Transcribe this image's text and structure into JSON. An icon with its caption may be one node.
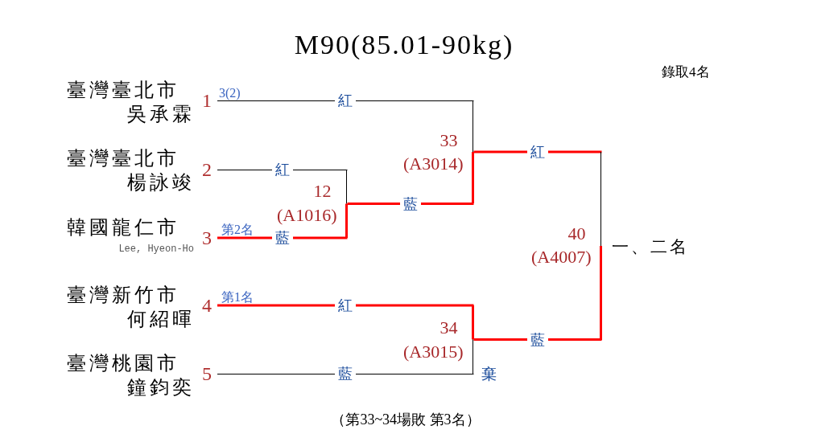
{
  "diagram": {
    "title": "M90(85.01-90kg)",
    "caption": "（第33~34場敗 第3名）",
    "nodes": [
      {
        "text": [
          "臺灣臺北市",
          "吳承霖"
        ],
        "beside": [
          "1",
          "3(2)"
        ]
      },
      {
        "text": [
          "臺灣臺北市",
          "楊詠竣"
        ],
        "beside": [
          "2"
        ]
      },
      {
        "text": [
          "韓國龍仁市",
          "Lee, Hyeon-Ho"
        ],
        "beside": [
          "3",
          "第2名"
        ]
      },
      {
        "text": [
          "臺灣新竹市",
          "何紹暉"
        ],
        "beside": [
          "4",
          "第1名"
        ]
      },
      {
        "text": [
          "臺灣桃園市",
          "鐘鈞奕"
        ],
        "beside": [
          "5"
        ]
      },
      {
        "text": [
          "12",
          "(A1016)"
        ]
      },
      {
        "text": [
          "33",
          "(A3014)"
        ]
      },
      {
        "text": [
          "34",
          "(A3015)"
        ],
        "beside": [
          "棄"
        ]
      },
      {
        "text": [
          "40",
          "(A4007)"
        ],
        "beside": [
          "一、二名"
        ]
      }
    ],
    "edges": [
      {
        "from": 0,
        "to": 6,
        "arrow": "none",
        "label": "紅",
        "color": "#000000"
      },
      {
        "from": 1,
        "to": 5,
        "arrow": "none",
        "label": "紅",
        "color": "#000000"
      },
      {
        "from": 2,
        "to": 5,
        "arrow": "none",
        "label": "藍"
      },
      {
        "from": 5,
        "to": 6,
        "arrow": "none",
        "label": "藍"
      },
      {
        "from": 3,
        "to": 7,
        "arrow": "none",
        "label": "紅"
      },
      {
        "from": 4,
        "to": 7,
        "arrow": "none",
        "label": "藍",
        "color": "#000000"
      },
      {
        "from": 6,
        "to": 8,
        "arrow": "none",
        "label": "紅"
      },
      {
        "from": 7,
        "to": 8,
        "arrow": "none",
        "label": "藍"
      }
    ],
    "labels": [
      "錄取4名"
    ]
  }
}
